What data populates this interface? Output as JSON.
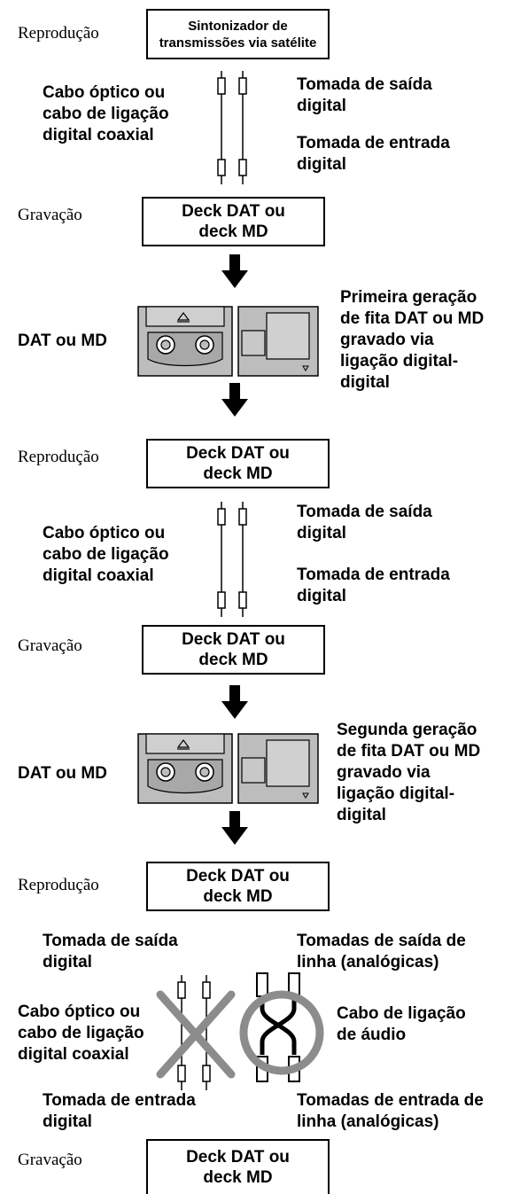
{
  "roles": {
    "playback": "Reprodução",
    "recording": "Gravação"
  },
  "devices": {
    "satellite_tuner": "Sintonizador de\ntransmissões via satélite",
    "dat_md_deck": "Deck DAT ou\ndeck MD",
    "dat_or_md": "DAT ou MD"
  },
  "labels": {
    "optical_cable_1": "Cabo óptico ou\ncabo de ligação\ndigital coaxial",
    "optical_cable_2": "Cabo óptico ou\ncabo de ligação\ndigital coaxial",
    "optical_cable_3": "Cabo óptico ou\ncabo de ligação\ndigital coaxial",
    "digital_out_1": "Tomada de saída\ndigital",
    "digital_in_1": "Tomada de entrada\ndigital",
    "digital_out_2": "Tomada de saída\ndigital",
    "digital_in_2": "Tomada de entrada\ndigital",
    "digital_out_3": "Tomada de saída\ndigital",
    "digital_in_3": "Tomada de entrada\ndigital",
    "first_generation": "Primeira geração\nde fita DAT ou MD\ngravado via\nligação digital-\ndigital",
    "second_generation": "Segunda geração\nde fita DAT ou MD\ngravado via\nligação digital-\ndigital",
    "line_out": "Tomadas de saída de\nlinha (analógicas)",
    "line_in": "Tomadas de entrada de\nlinha (analógicas)",
    "audio_cable": "Cabo de ligação\nde áudio"
  },
  "icons": {
    "down_arrow": "down-arrow-icon",
    "cassette": "dat-cassette-icon",
    "minidisc": "minidisc-icon",
    "cable": "cable-pair-icon",
    "prohibited": "x-mark-icon",
    "allowed": "circle-mark-icon"
  },
  "colors": {
    "media_fill": "#bdbdbd",
    "mark_gray": "#8c8c8c"
  }
}
